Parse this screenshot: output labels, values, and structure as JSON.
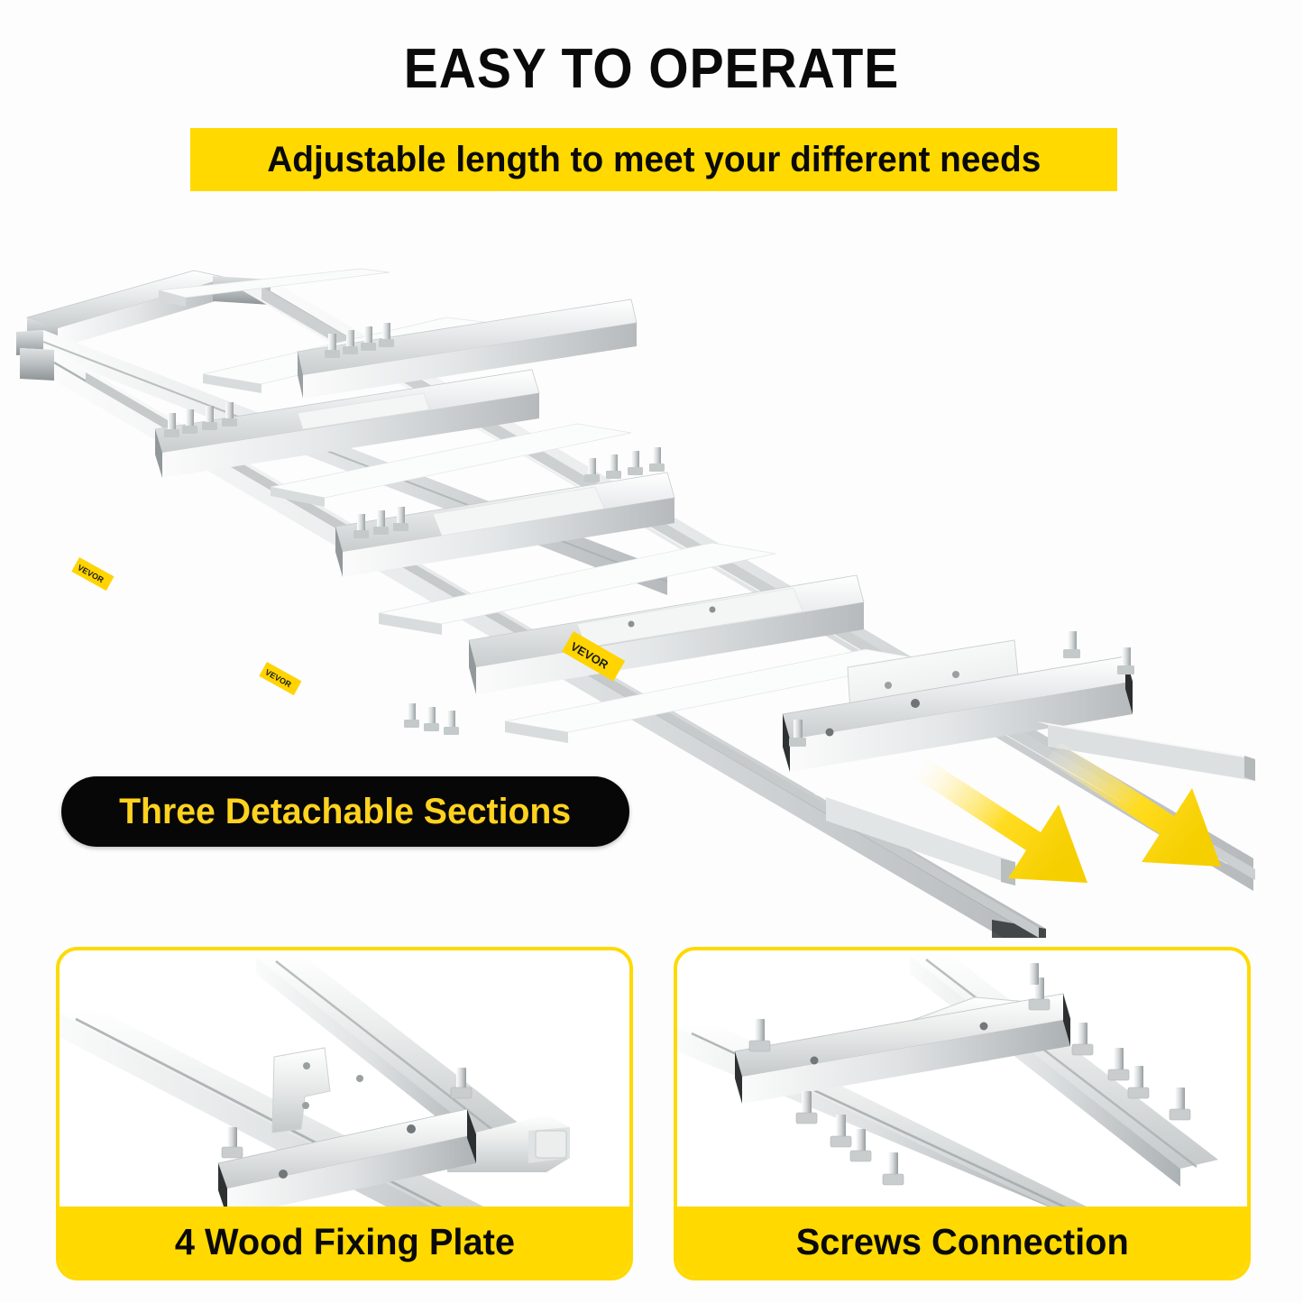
{
  "header": {
    "headline": "EASY TO OPERATE",
    "subheadline": "Adjustable length to meet your different needs"
  },
  "hero": {
    "badge_label": "Three Detachable Sections",
    "brand_label": "VEVOR",
    "arrow_icon_name": "extend-direction-arrow",
    "product_description": "Stainless steel chainsaw mill guide rail system with three detachable rail sections, cross-member brackets, wood fixing plates and bolt connections"
  },
  "panels": [
    {
      "caption": "4 Wood Fixing Plate",
      "detail": "Close-up of square tube rail with cross bracket and perforated wood fixing plate secured by two bolts"
    },
    {
      "caption": "Screws Connection",
      "detail": "Close-up of bolt and nut screw connections joining the guide rail sections along the track"
    }
  ],
  "colors": {
    "brand_yellow": "#ffd900",
    "badge_yellow_text": "#ffd21e",
    "badge_black": "#070707",
    "text_black": "#0a0a0a",
    "background": "#ffffff",
    "metal_light": "#f2f3f3",
    "metal_mid": "#d2d5d6",
    "metal_dark": "#9aa0a2"
  }
}
